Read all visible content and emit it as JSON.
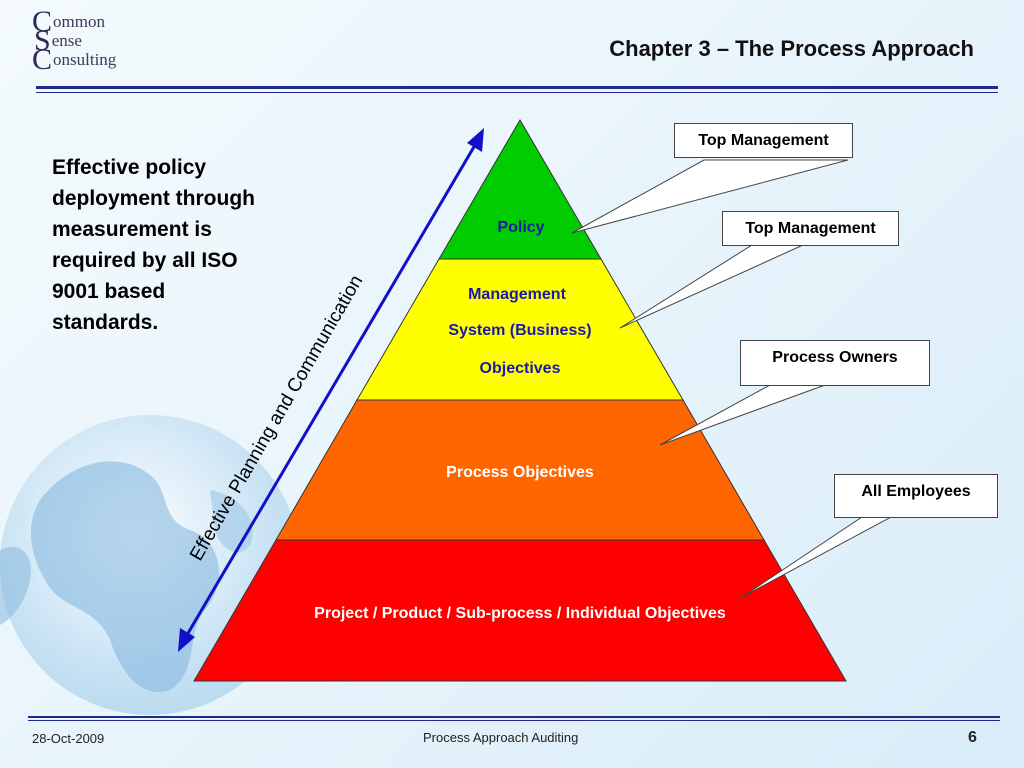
{
  "logo": {
    "line1_initial": "C",
    "line1_rest": "ommon",
    "line2_initial": "S",
    "line2_rest": "ense",
    "line3_initial": "C",
    "line3_rest": "onsulting"
  },
  "title": "Chapter 3 – The Process Approach",
  "body_text": "Effective policy deployment through measurement is required by all ISO 9001 based standards.",
  "diagonal_label": "Effective Planning and Communication",
  "pyramid": {
    "level1": "Policy",
    "level2_line1": "Management",
    "level2_line2": "System (Business)",
    "level2_line3": "Objectives",
    "level3": "Process Objectives",
    "level4": "Project / Product / Sub-process / Individual Objectives",
    "colors": {
      "level1": "#00cc00",
      "level2": "#ffff00",
      "level3": "#ff6600",
      "level4": "#ff0000"
    }
  },
  "callouts": {
    "c1": "Top Management",
    "c2": "Top Management",
    "c3": "Process Owners",
    "c4": "All Employees"
  },
  "footer": {
    "date": "28-Oct-2009",
    "center": "Process Approach Auditing",
    "page": "6"
  }
}
